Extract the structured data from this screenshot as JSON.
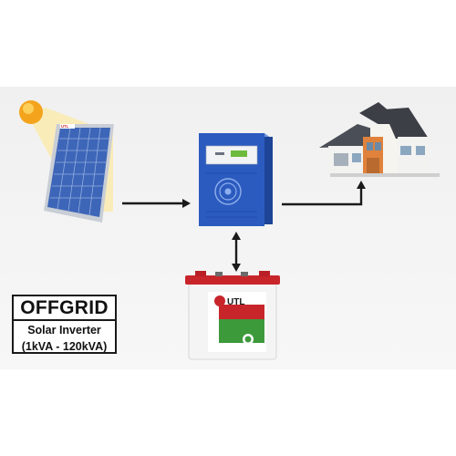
{
  "labels": {
    "system_type": "OFFGRID",
    "product_name": "Solar Inverter",
    "capacity_range": "(1kVA - 120kVA)",
    "panel_brand": "UTL",
    "battery_brand": "UTL"
  },
  "colors": {
    "sun": "#f3a41c",
    "panel_blue": "#3d66b8",
    "inverter_blue": "#2c5bbf",
    "battery_red": "#c8252b",
    "battery_green": "#3d9a3a",
    "house_roof": "#3c3f46",
    "house_orange": "#e0823b"
  },
  "icons": {
    "sun": "sun-icon",
    "panel": "solar-panel-icon",
    "inverter": "inverter-unit-icon",
    "battery": "battery-icon",
    "house": "house-icon"
  }
}
